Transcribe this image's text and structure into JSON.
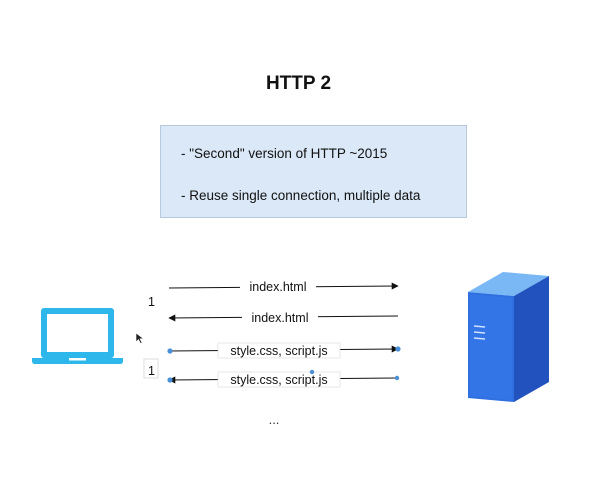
{
  "slide": {
    "title": "HTTP 2",
    "bullets": [
      "- \"Second\" version of HTTP ~2015",
      "- Reuse single connection, multiple data"
    ]
  },
  "diagram": {
    "client_icon": "laptop-icon",
    "server_icon": "server-tower-icon",
    "connection_labels": [
      "1",
      "1"
    ],
    "messages": [
      {
        "label": "index.html",
        "direction": "to-server"
      },
      {
        "label": "index.html",
        "direction": "to-client"
      },
      {
        "label": "style.css, script.js",
        "direction": "to-server"
      },
      {
        "label": "style.css, script.js",
        "direction": "to-client"
      }
    ],
    "ellipsis": "..."
  },
  "colors": {
    "box_fill": "#dbe8f7",
    "laptop": "#2eb7ea",
    "server_front": "#2f6fe0",
    "server_side": "#2252bd",
    "server_top": "#7ab8f5",
    "selection_handle": "#4a90d9"
  }
}
